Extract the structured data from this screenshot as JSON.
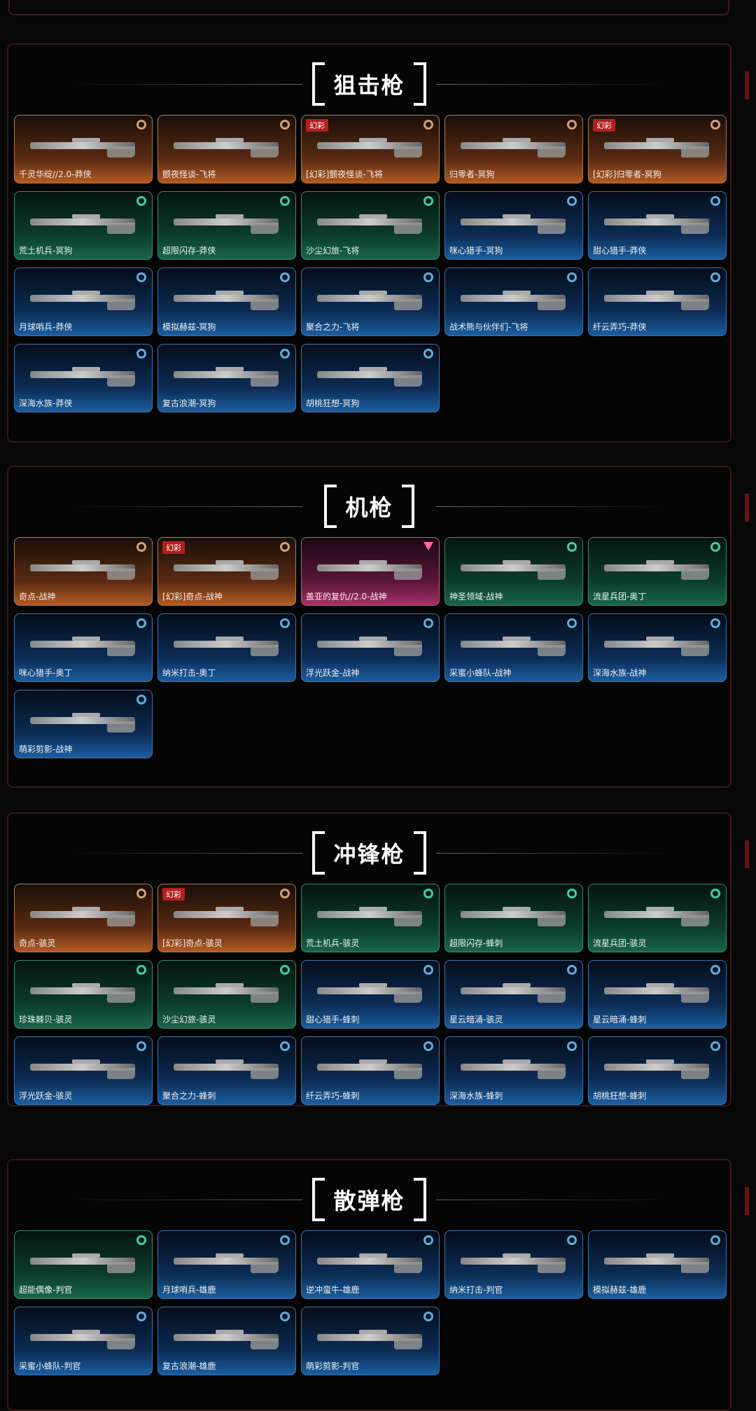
{
  "sections": [
    {
      "title": "狙击枪",
      "items": [
        {
          "name": "千灵华绽//2.0-莽侠",
          "rarity": "gold"
        },
        {
          "name": "颤夜怪谈-飞将",
          "rarity": "gold"
        },
        {
          "name": "[幻彩]颤夜怪谈-飞将",
          "rarity": "gold",
          "tag": "幻彩"
        },
        {
          "name": "归零者-冥狗",
          "rarity": "gold"
        },
        {
          "name": "[幻彩]归零者-冥狗",
          "rarity": "gold",
          "tag": "幻彩"
        },
        {
          "name": "荒土机兵-冥狗",
          "rarity": "green"
        },
        {
          "name": "超限闪存-莽侠",
          "rarity": "green"
        },
        {
          "name": "沙尘幻旅-飞将",
          "rarity": "green"
        },
        {
          "name": "咪心猎手-冥狗",
          "rarity": "blue"
        },
        {
          "name": "甜心猎手-莽侠",
          "rarity": "blue"
        },
        {
          "name": "月球哨兵-莽侠",
          "rarity": "blue"
        },
        {
          "name": "模拟赫兹-冥狗",
          "rarity": "blue"
        },
        {
          "name": "聚合之力-飞将",
          "rarity": "blue"
        },
        {
          "name": "战术熊与伙伴们-飞将",
          "rarity": "blue"
        },
        {
          "name": "纤云弄巧-莽侠",
          "rarity": "blue"
        },
        {
          "name": "深海水族-莽侠",
          "rarity": "blue"
        },
        {
          "name": "复古浪潮-冥狗",
          "rarity": "blue"
        },
        {
          "name": "胡桃狂想-冥狗",
          "rarity": "blue"
        }
      ]
    },
    {
      "title": "机枪",
      "items": [
        {
          "name": "奇点-战神",
          "rarity": "gold"
        },
        {
          "name": "[幻彩]奇点-战神",
          "rarity": "gold",
          "tag": "幻彩"
        },
        {
          "name": "盖亚的复仇//2.0-战神",
          "rarity": "pink"
        },
        {
          "name": "神圣领域-战神",
          "rarity": "green"
        },
        {
          "name": "流星兵团-奥丁",
          "rarity": "green"
        },
        {
          "name": "咪心猎手-奥丁",
          "rarity": "blue"
        },
        {
          "name": "纳米打击-奥丁",
          "rarity": "blue"
        },
        {
          "name": "浮光跃金-战神",
          "rarity": "blue"
        },
        {
          "name": "采蜜小蜂队-战神",
          "rarity": "blue"
        },
        {
          "name": "深海水族-战神",
          "rarity": "blue"
        },
        {
          "name": "萌彩剪影-战神",
          "rarity": "blue"
        }
      ]
    },
    {
      "title": "冲锋枪",
      "items": [
        {
          "name": "奇点-骇灵",
          "rarity": "gold"
        },
        {
          "name": "[幻彩]奇点-骇灵",
          "rarity": "gold",
          "tag": "幻彩"
        },
        {
          "name": "荒土机兵-骇灵",
          "rarity": "green"
        },
        {
          "name": "超限闪存-蜂刺",
          "rarity": "green"
        },
        {
          "name": "流星兵团-骇灵",
          "rarity": "green"
        },
        {
          "name": "珍珠棘贝-骇灵",
          "rarity": "green"
        },
        {
          "name": "沙尘幻旅-骇灵",
          "rarity": "green"
        },
        {
          "name": "甜心猎手-蜂刺",
          "rarity": "blue"
        },
        {
          "name": "星云暗涌-骇灵",
          "rarity": "blue"
        },
        {
          "name": "星云暗涌-蜂刺",
          "rarity": "blue"
        },
        {
          "name": "浮光跃金-骇灵",
          "rarity": "blue"
        },
        {
          "name": "聚合之力-蜂刺",
          "rarity": "blue"
        },
        {
          "name": "纤云弄巧-蜂刺",
          "rarity": "blue"
        },
        {
          "name": "深海水族-蜂刺",
          "rarity": "blue"
        },
        {
          "name": "胡桃狂想-蜂刺",
          "rarity": "blue"
        }
      ]
    },
    {
      "title": "散弹枪",
      "items": [
        {
          "name": "超能偶像-判官",
          "rarity": "green"
        },
        {
          "name": "月球哨兵-雄鹿",
          "rarity": "blue"
        },
        {
          "name": "逆冲蛮牛-雄鹿",
          "rarity": "blue"
        },
        {
          "name": "纳米打击-判官",
          "rarity": "blue"
        },
        {
          "name": "模拟赫兹-雄鹿",
          "rarity": "blue"
        },
        {
          "name": "采蜜小蜂队-判官",
          "rarity": "blue"
        },
        {
          "name": "复古浪潮-雄鹿",
          "rarity": "blue"
        },
        {
          "name": "萌彩剪影-判官",
          "rarity": "blue"
        }
      ]
    }
  ]
}
